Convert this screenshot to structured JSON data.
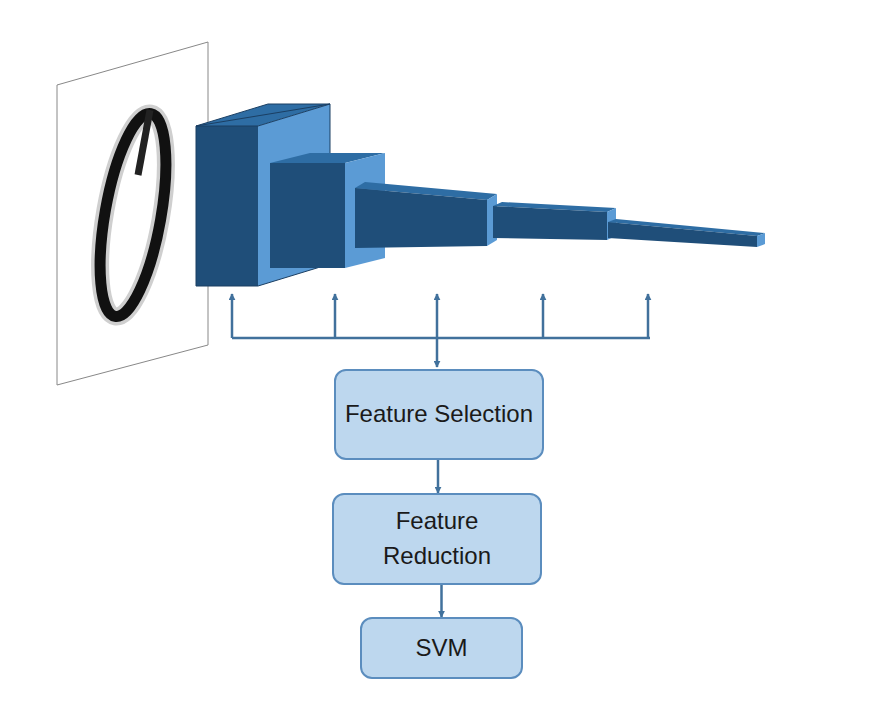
{
  "diagram": {
    "nodes": [
      {
        "text": [
          "Feature Selection"
        ]
      },
      {
        "text": [
          "Feature Reduction"
        ]
      },
      {
        "text": [
          "SVM"
        ]
      }
    ],
    "edges": [
      {
        "from": 0,
        "to": 1,
        "arrow": "to"
      },
      {
        "from": 1,
        "to": 2,
        "arrow": "to"
      }
    ]
  }
}
